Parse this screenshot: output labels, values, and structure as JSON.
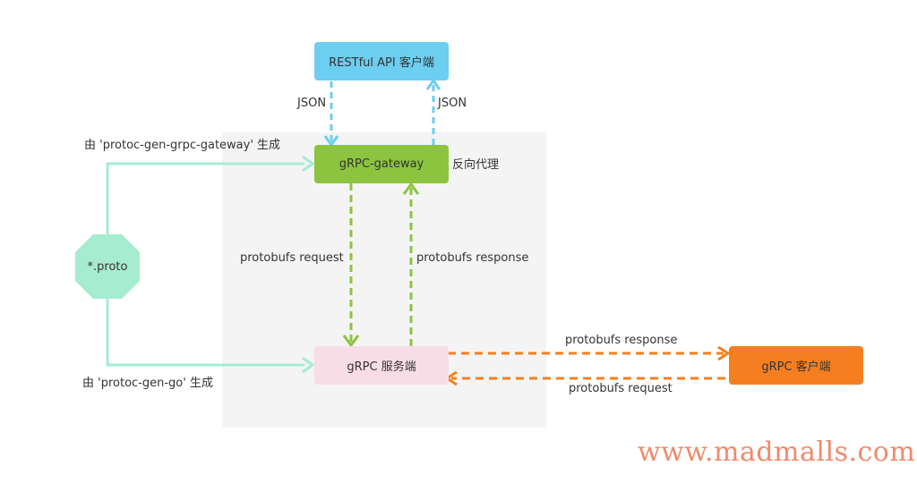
{
  "nodes": {
    "rest_client": {
      "label": "RESTful API 客户端",
      "color": "#6ccef0"
    },
    "gateway": {
      "label": "gRPC-gateway",
      "color": "#8cc43f"
    },
    "grpc_server": {
      "label": "gRPC 服务端",
      "color": "#f8dde6"
    },
    "grpc_client": {
      "label": "gRPC 客户端",
      "color": "#f57f20"
    },
    "proto": {
      "label": "*.proto",
      "color": "#a6ecd1"
    }
  },
  "edges": {
    "json_request": "JSON",
    "json_response": "JSON",
    "protobufs_request_gateway": "protobufs request",
    "protobufs_response_gateway": "protobufs response",
    "protobufs_response_client": "protobufs response",
    "protobufs_request_client": "protobufs request"
  },
  "annotations": {
    "gen_gateway": "由 'protoc-gen-grpc-gateway' 生成",
    "gen_go": "由 'protoc-gen-go' 生成",
    "reverse_proxy": "反向代理"
  },
  "colors": {
    "json_arrow": "#6ccef0",
    "proto_arrow": "#8cc43f",
    "client_arrow": "#f57f20",
    "gen_arrow": "#a6ecd1",
    "panel": "#f4f4f4",
    "watermark": "#f08a6a"
  },
  "watermark": "www.madmalls.com"
}
